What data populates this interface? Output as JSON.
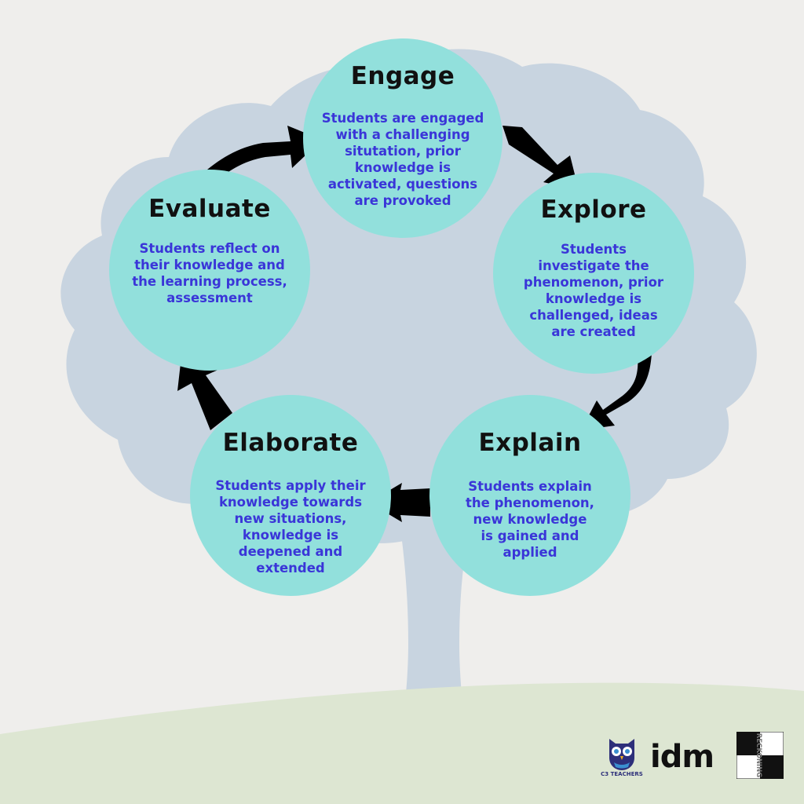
{
  "colors": {
    "circle_fill": "#92e0dc",
    "title_color": "#111111",
    "description_color": "#3a35d8",
    "arrow_color": "#000000",
    "tree_color": "#c8d4e0",
    "grass_color": "#dde6d2"
  },
  "cycle": {
    "engage": {
      "title": "Engage",
      "description": "Students are engaged\nwith a challenging\nsitutation, prior\nknowledge is\nactivated, questions\nare provoked"
    },
    "explore": {
      "title": "Explore",
      "description": "Students\ninvestigate the\nphenomenon, prior\nknowledge is\nchallenged, ideas\nare created"
    },
    "explain": {
      "title": "Explain",
      "description": "Students explain\nthe phenomenon,\nnew knowledge\nis gained and\napplied"
    },
    "elaborate": {
      "title": "Elaborate",
      "description": "Students apply their\nknowledge towards\nnew situations,\nknowledge is\ndeepened and\nextended"
    },
    "evaluate": {
      "title": "Evaluate",
      "description": "Students reflect on\ntheir knowledge and\nthe learning process,\nassessment"
    }
  },
  "logos": {
    "c3": {
      "name": "c3-teachers-owl-logo",
      "text": "C3 TEACHERS"
    },
    "idm": {
      "text": "idm"
    },
    "reckoning": {
      "text": "RECKONING"
    }
  }
}
